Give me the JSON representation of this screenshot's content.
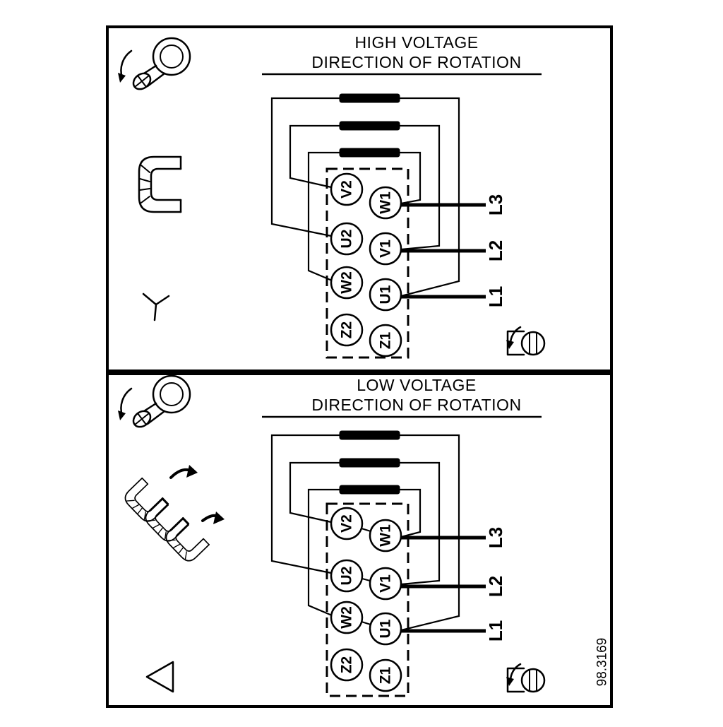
{
  "diagram": {
    "ref_number": "98.3169",
    "panels": [
      {
        "id": "high-voltage",
        "title_line1": "HIGH VOLTAGE",
        "title_line2": "DIRECTION OF ROTATION",
        "connection_symbol": "star",
        "terminals": {
          "left": [
            "V2",
            "U2",
            "W2",
            "Z2"
          ],
          "right": [
            "W1",
            "V1",
            "U1",
            "Z1"
          ]
        },
        "supply": [
          "L3",
          "L2",
          "L1"
        ]
      },
      {
        "id": "low-voltage",
        "title_line1": "LOW VOLTAGE",
        "title_line2": "DIRECTION OF ROTATION",
        "connection_symbol": "delta",
        "terminals": {
          "left": [
            "V2",
            "U2",
            "W2",
            "Z2"
          ],
          "right": [
            "W1",
            "V1",
            "U1",
            "Z1"
          ]
        },
        "supply": [
          "L3",
          "L2",
          "L1"
        ]
      }
    ]
  }
}
